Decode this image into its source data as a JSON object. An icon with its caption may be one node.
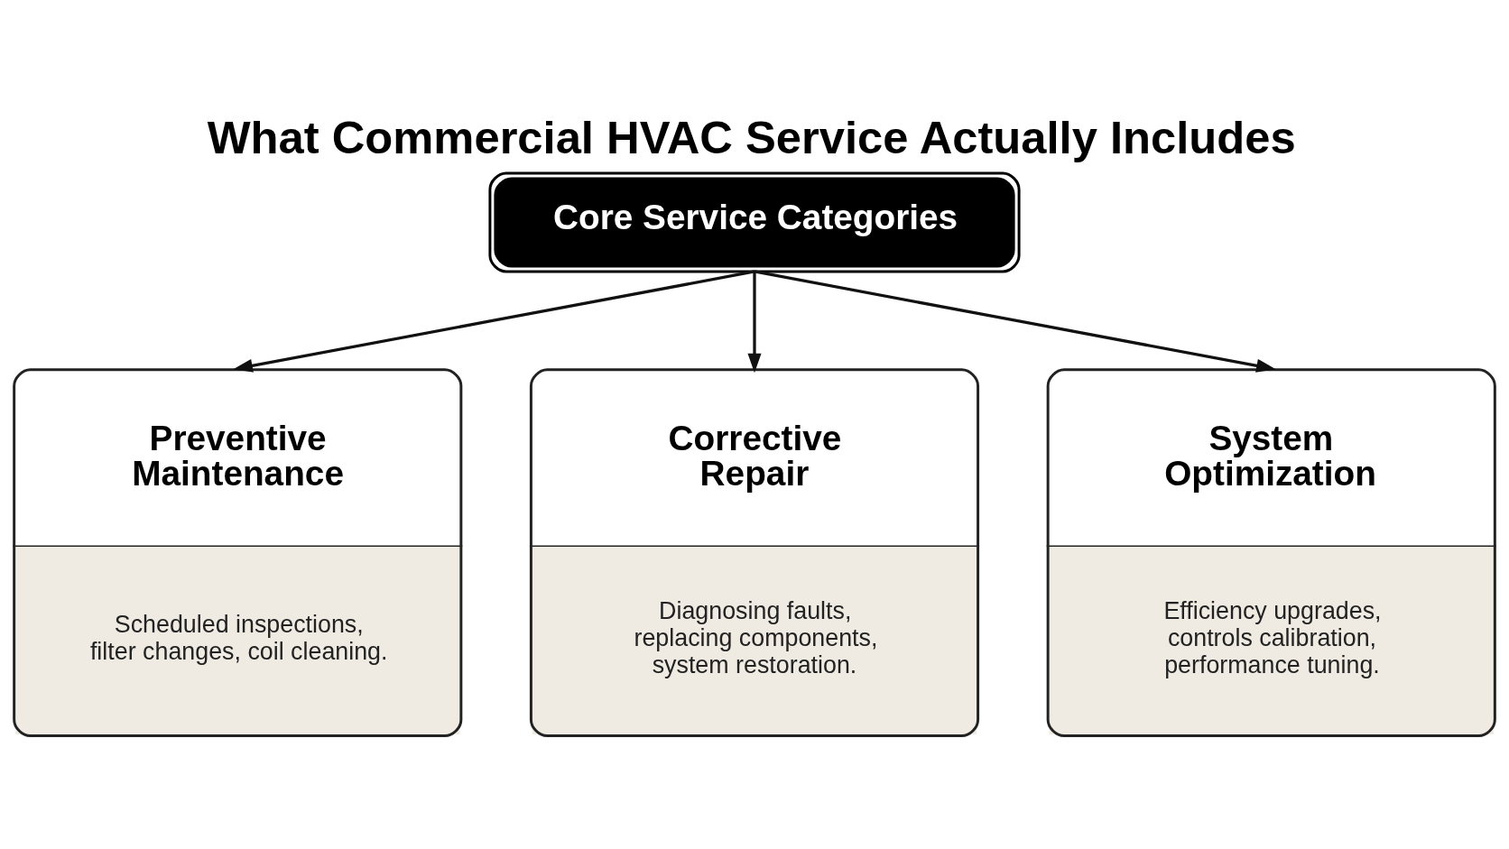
{
  "diagram": {
    "title": "What Commercial HVAC Service Actually Includes",
    "nodes": [
      {
        "text": [
          "Core Service Categories"
        ]
      },
      {
        "text": [
          "Preventive Maintenance",
          "Scheduled inspections, filter changes, coil cleaning."
        ]
      },
      {
        "text": [
          "Corrective Repair",
          "Diagnosing faults, replacing components, system restoration."
        ]
      },
      {
        "text": [
          "System Optimization",
          "Efficiency upgrades, controls calibration, performance tuning."
        ]
      }
    ],
    "edges": [
      {
        "from": 0,
        "to": 1,
        "arrow": "to"
      },
      {
        "from": 0,
        "to": 2,
        "arrow": "to"
      },
      {
        "from": 0,
        "to": 3,
        "arrow": "to"
      }
    ]
  }
}
